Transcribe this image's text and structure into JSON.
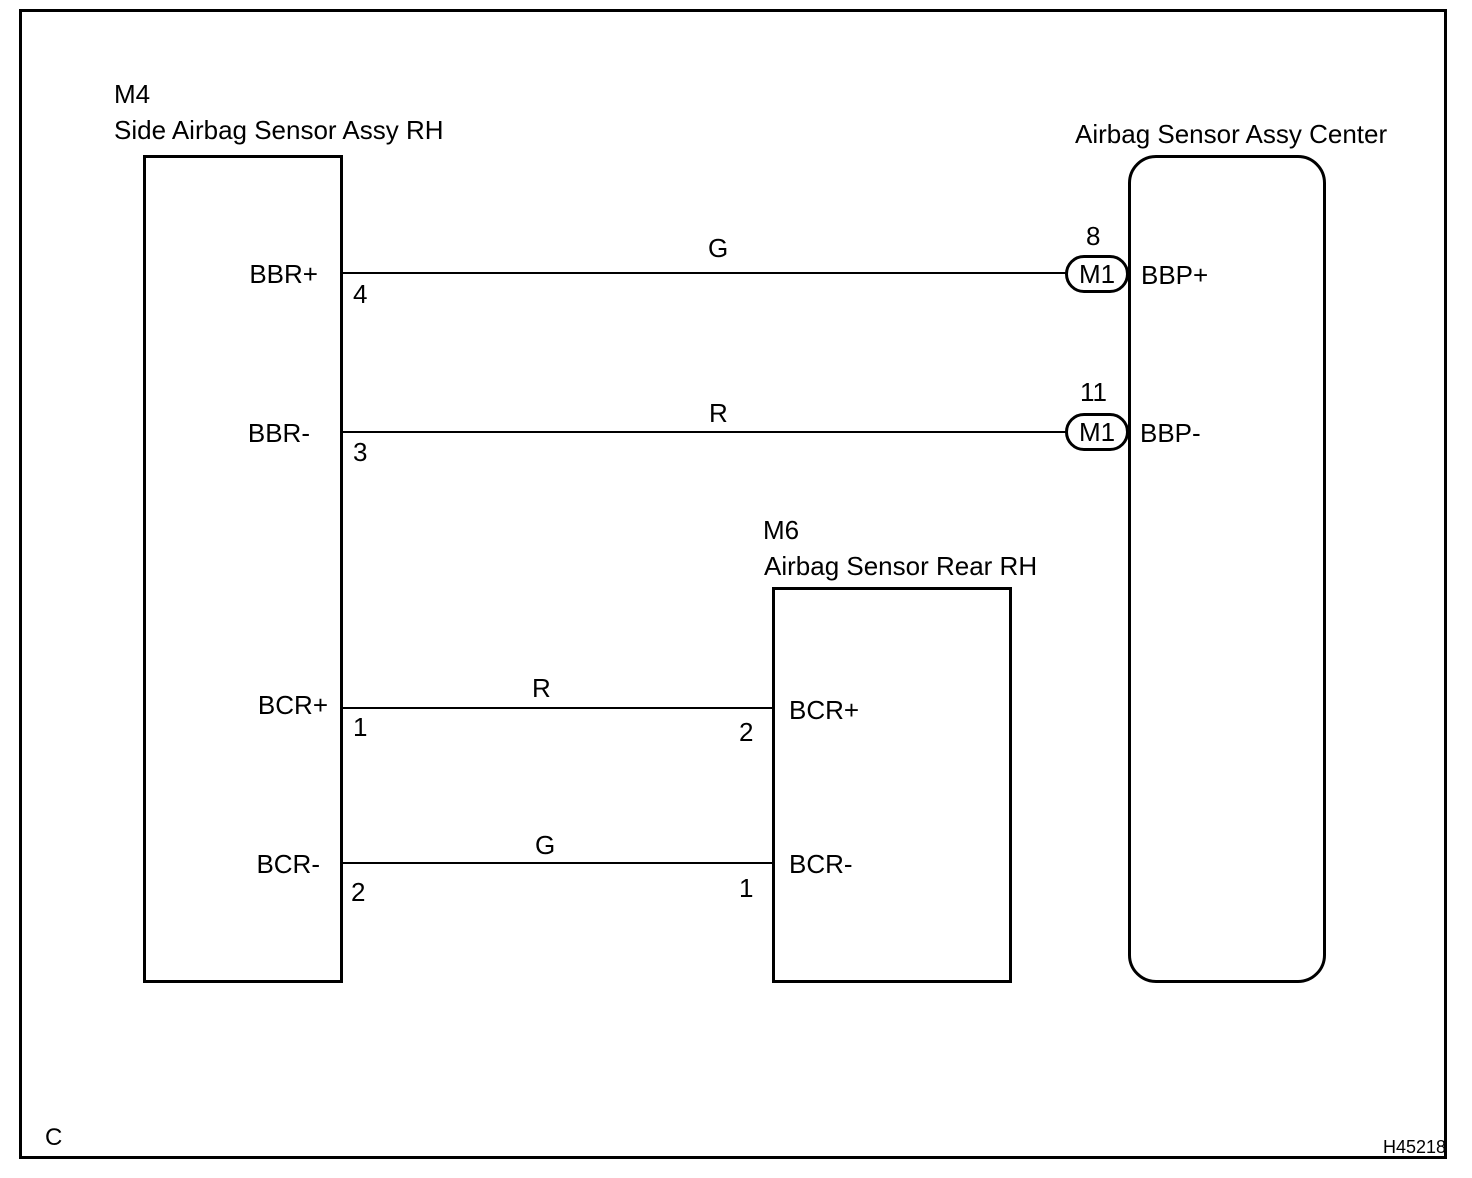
{
  "components": {
    "m4": {
      "code": "M4",
      "title": "Side Airbag Sensor Assy RH",
      "pins": [
        {
          "label": "BBR+",
          "number": "4"
        },
        {
          "label": "BBR-",
          "number": "3"
        },
        {
          "label": "BCR+",
          "number": "1"
        },
        {
          "label": "BCR-",
          "number": "2"
        }
      ]
    },
    "m6": {
      "code": "M6",
      "title": "Airbag Sensor Rear RH",
      "pins": [
        {
          "label": "BCR+",
          "number": "2"
        },
        {
          "label": "BCR-",
          "number": "1"
        }
      ]
    },
    "center": {
      "title": "Airbag Sensor Assy Center",
      "pins": [
        {
          "label": "BBP+",
          "number": "8",
          "connector": "M1"
        },
        {
          "label": "BBP-",
          "number": "11",
          "connector": "M1"
        }
      ]
    }
  },
  "wires": [
    {
      "color": "G"
    },
    {
      "color": "R"
    },
    {
      "color": "R"
    },
    {
      "color": "G"
    }
  ],
  "footer": {
    "left_mark": "C",
    "figure_id": "H45218"
  }
}
